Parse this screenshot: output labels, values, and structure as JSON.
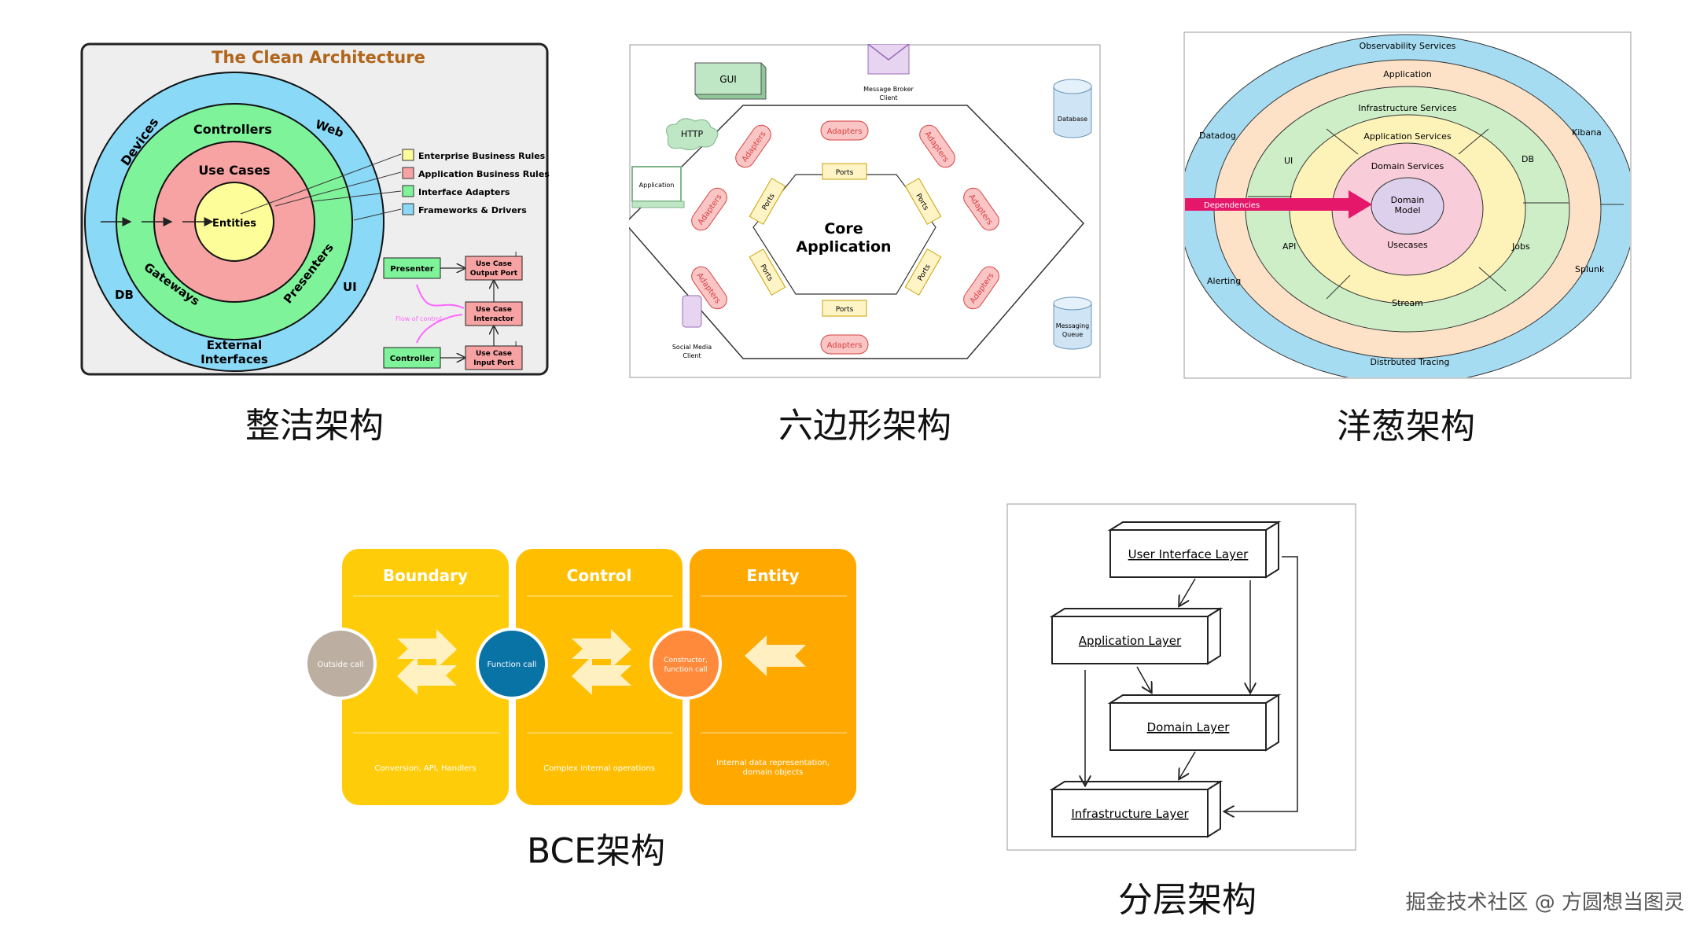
{
  "captions": {
    "clean": "整洁架构",
    "hexagonal": "六边形架构",
    "onion": "洋葱架构",
    "bce": "BCE架构",
    "layered": "分层架构"
  },
  "watermark": "掘金技术社区 @ 方圆想当图灵",
  "clean": {
    "title": "The Clean Architecture",
    "ring_devices": "Devices",
    "ring_web": "Web",
    "ring_db": "DB",
    "ring_ui": "UI",
    "ring_external": "External",
    "ring_interfaces": "Interfaces",
    "ring_controllers": "Controllers",
    "ring_gateways": "Gateways",
    "ring_presenters": "Presenters",
    "ring_usecases": "Use Cases",
    "ring_entities": "Entities",
    "legend": [
      {
        "label": "Enterprise Business Rules",
        "color": "#fdfd9a"
      },
      {
        "label": "Application Business Rules",
        "color": "#f8a3a3"
      },
      {
        "label": "Interface Adapters",
        "color": "#7ff39a"
      },
      {
        "label": "Frameworks & Drivers",
        "color": "#8ad9f7"
      }
    ],
    "flow": {
      "presenter": "Presenter",
      "output_port_1": "Use Case",
      "output_port_2": "Output Port",
      "interactor_1": "Use Case",
      "interactor_2": "Interactor",
      "flow_label": "Flow of control",
      "controller": "Controller",
      "input_port_1": "Use Case",
      "input_port_2": "Input Port",
      "marker": "I"
    }
  },
  "hex": {
    "gui": "GUI",
    "broker_1": "Message Broker",
    "broker_2": "Client",
    "database": "Database",
    "http": "HTTP",
    "application": "Application",
    "social_1": "Social Media",
    "social_2": "Client",
    "messaging_1": "Messaging",
    "messaging_2": "Queue",
    "core_1": "Core",
    "core_2": "Application",
    "adapters": "Adapters",
    "ports": "Ports"
  },
  "onion": {
    "observability": "Observability Services",
    "application": "Application",
    "infrastructure": "Infrastructure Services",
    "application_services": "Application Services",
    "domain_services": "Domain Services",
    "domain_model_1": "Domain",
    "domain_model_2": "Model",
    "usecases": "Usecases",
    "stream": "Stream",
    "distributed": "Distrbuted Tracing",
    "datadog": "Datadog",
    "kibana": "Kibana",
    "ui": "UI",
    "db": "DB",
    "api": "API",
    "jobs": "Jobs",
    "alerting": "Alerting",
    "splunk": "Splunk",
    "dependencies": "Dependencies"
  },
  "bce": {
    "boundary": "Boundary",
    "control": "Control",
    "entity": "Entity",
    "outside_call": "Outside call",
    "function_call": "Function call",
    "constructor_1": "Constructor,",
    "constructor_2": "function call",
    "boundary_desc": "Conversion, API, Handlers",
    "control_desc": "Complex internal operations",
    "entity_desc_1": "Internal data representation,",
    "entity_desc_2": "domain objects"
  },
  "layered": {
    "ui_layer": "User Interface Layer",
    "app_layer": "Application Layer",
    "domain_layer": "Domain Layer",
    "infra_layer": "Infrastructure Layer"
  }
}
